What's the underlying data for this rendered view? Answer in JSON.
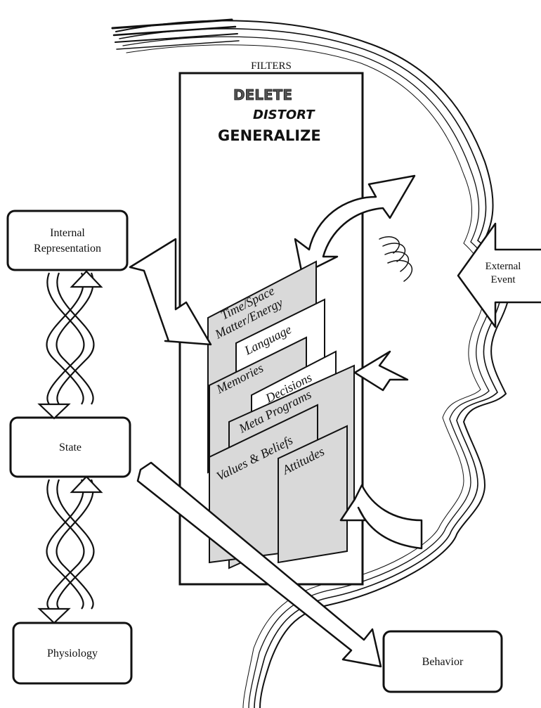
{
  "filters": {
    "title": "FILTERS",
    "delete": "DELETE",
    "distort": "DISTORT",
    "generalize": "GENERALIZE"
  },
  "cards": {
    "time_space_1": "Time/Space",
    "time_space_2": "Matter/Energy",
    "language": "Language",
    "memories": "Memories",
    "decisions": "Decisions",
    "meta_programs": "Meta Programs",
    "values_beliefs": "Values & Beliefs",
    "attitudes": "Attitudes"
  },
  "boxes": {
    "internal_1": "Internal",
    "internal_2": "Representation",
    "state": "State",
    "physiology": "Physiology",
    "behavior": "Behavior"
  },
  "external": {
    "line1": "External",
    "line2": "Event"
  },
  "colors": {
    "ink": "#111111",
    "card_fill": "#d9d9d9",
    "paper": "#ffffff"
  }
}
